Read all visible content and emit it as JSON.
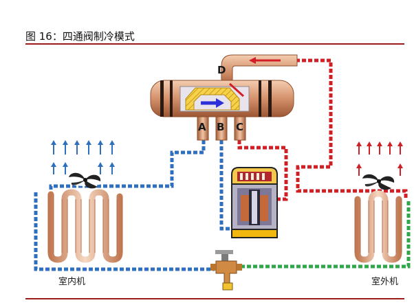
{
  "figure": {
    "caption": "图 16：四通阀制冷模式"
  },
  "ports": {
    "a": "A",
    "b": "B",
    "c": "C",
    "d": "D"
  },
  "units": {
    "indoor": "室内机",
    "outdoor": "室外机"
  },
  "colors": {
    "rule": "#9b1b1b",
    "pipe_blue": "#2f6fc0",
    "pipe_red": "#d21f26",
    "pipe_green": "#2ea84a",
    "copper": "#d99b73",
    "flow_arrow": "#2d2fd9"
  },
  "icons": [
    "fan-icon",
    "compressor-icon",
    "expansion-valve-icon",
    "airflow-arrow-icon"
  ]
}
